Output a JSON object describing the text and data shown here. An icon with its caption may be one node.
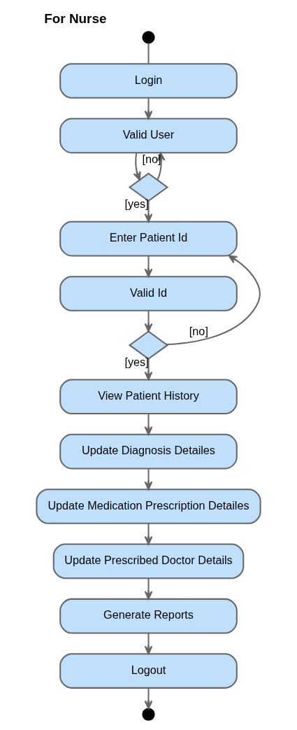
{
  "diagram": {
    "title": "For Nurse",
    "nodes": [
      {
        "text": [],
        "shape": "circle"
      },
      {
        "text": [
          "Login"
        ]
      },
      {
        "text": [
          "Valid User"
        ]
      },
      {
        "text": [],
        "shape": "diamond"
      },
      {
        "text": [
          "Enter Patient Id"
        ]
      },
      {
        "text": [
          "Valid Id"
        ]
      },
      {
        "text": [],
        "shape": "diamond"
      },
      {
        "text": [
          "View Patient History"
        ]
      },
      {
        "text": [
          "Update Diagnosis Detailes"
        ]
      },
      {
        "text": [
          "Update Medication Prescription Detailes"
        ]
      },
      {
        "text": [
          "Update Prescribed Doctor Details"
        ]
      },
      {
        "text": [
          "Generate Reports"
        ]
      },
      {
        "text": [
          "Logout"
        ]
      },
      {
        "text": [],
        "shape": "circle"
      }
    ],
    "edges": [
      {
        "from": 0,
        "to": 1,
        "arrow": "none"
      },
      {
        "from": 1,
        "to": 2,
        "arrow": "to"
      },
      {
        "from": 2,
        "to": 3,
        "arrow": "to"
      },
      {
        "from": 3,
        "to": 2,
        "arrow": "to",
        "label": "[no]"
      },
      {
        "from": 3,
        "to": 4,
        "arrow": "to",
        "label": "[yes]"
      },
      {
        "from": 4,
        "to": 5,
        "arrow": "to"
      },
      {
        "from": 5,
        "to": 6,
        "arrow": "to"
      },
      {
        "from": 6,
        "to": 4,
        "arrow": "to",
        "label": "[no]"
      },
      {
        "from": 6,
        "to": 7,
        "arrow": "to",
        "label": "[yes]"
      },
      {
        "from": 7,
        "to": 8,
        "arrow": "to"
      },
      {
        "from": 8,
        "to": 9,
        "arrow": "to"
      },
      {
        "from": 9,
        "to": 10,
        "arrow": "to"
      },
      {
        "from": 10,
        "to": 11,
        "arrow": "to"
      },
      {
        "from": 11,
        "to": 12,
        "arrow": "to"
      },
      {
        "from": 12,
        "to": 13,
        "arrow": "to"
      }
    ]
  }
}
